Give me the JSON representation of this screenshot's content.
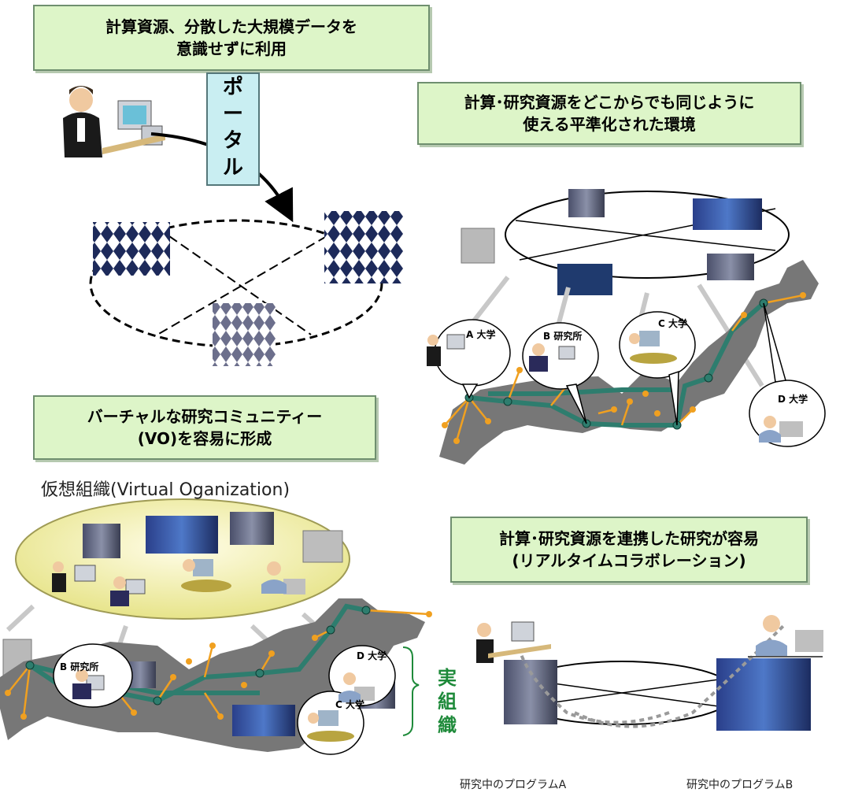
{
  "panels": {
    "top_left_box": {
      "line1": "計算資源、分散した大規模データを",
      "line2": "意識せずに利用"
    },
    "portal_label": {
      "c1": "ポ",
      "c2": "ー",
      "c3": "タ",
      "c4": "ル"
    },
    "top_right_box": {
      "line1": "計算･研究資源をどこからでも同じように",
      "line2": "使える平準化された環境"
    },
    "mid_left_box": {
      "line1": "バーチャルな研究コミュニティー",
      "line2": "(VO)を容易に形成"
    },
    "vo_caption": "仮想組織(Virtual Oganization)",
    "bottom_right_box": {
      "line1": "計算･研究資源を連携した研究が容易",
      "line2": "(リアルタイムコラボレーション)"
    },
    "real_org": {
      "c1": "実",
      "c2": "組",
      "c3": "織"
    }
  },
  "site_labels": {
    "a_univ": "A 大学",
    "b_lab": "B 研究所",
    "c_univ": "C 大学",
    "d_univ": "D 大学",
    "b_lab_2": "B 研究所",
    "d_univ_2": "D 大学",
    "c_univ_2": "C 大学"
  },
  "program_labels": {
    "a": "研究中のプログラムA",
    "b": "研究中のプログラムB"
  },
  "colors": {
    "box_fill": "#ddf5c8",
    "portal_fill": "#c9eef2",
    "map": "#7a7a7a",
    "trunk": "#2e7d6e",
    "branch": "#f0a020",
    "ellipse_vo": "#f1f0b0",
    "arrow": "#bdbdbd",
    "real_org": "#1e8a3a"
  }
}
